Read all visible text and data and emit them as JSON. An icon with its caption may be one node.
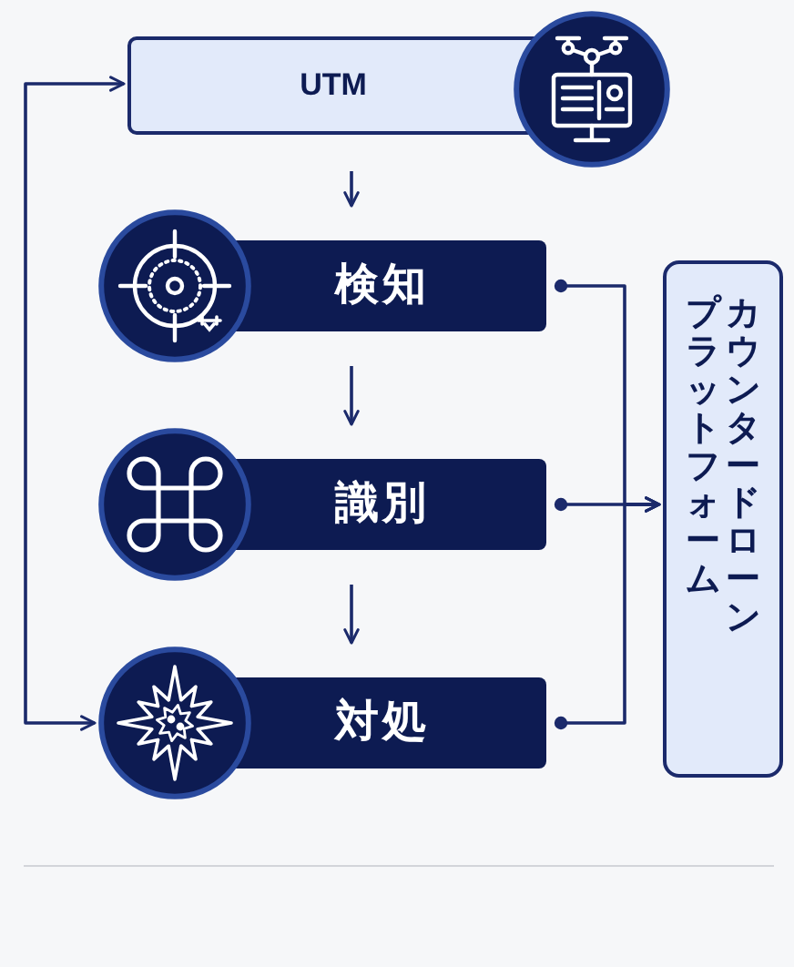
{
  "diagram": {
    "nodes": [
      {
        "text": [
          "UTM"
        ]
      },
      {
        "text": [
          "検知"
        ]
      },
      {
        "text": [
          "識別"
        ]
      },
      {
        "text": [
          "対処"
        ]
      },
      {
        "text": [
          "カウンタードローンプラットフォーム"
        ]
      }
    ],
    "edges": [
      {
        "from": 0,
        "to": 1,
        "arrow": "to"
      },
      {
        "from": 1,
        "to": 2,
        "arrow": "to"
      },
      {
        "from": 2,
        "to": 3,
        "arrow": "to"
      },
      {
        "from": 0,
        "to": 3,
        "arrow": "both"
      },
      {
        "from": 1,
        "to": 4,
        "arrow": "to"
      },
      {
        "from": 2,
        "to": 4,
        "arrow": "to"
      },
      {
        "from": 3,
        "to": 4,
        "arrow": "to"
      }
    ]
  }
}
